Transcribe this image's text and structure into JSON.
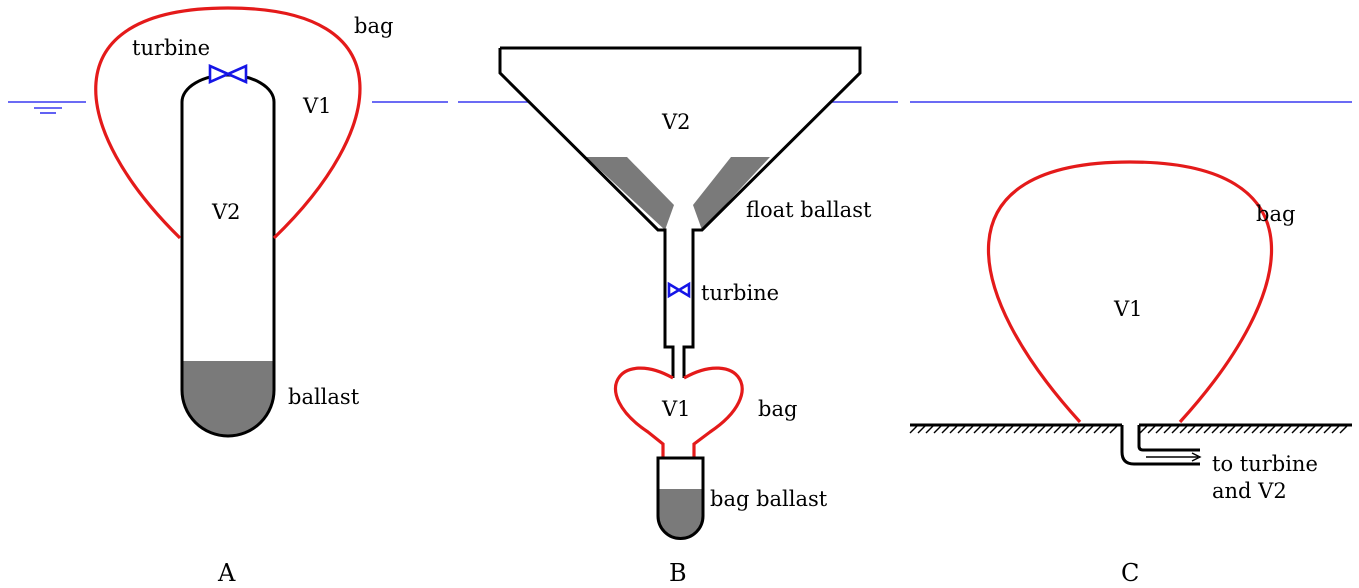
{
  "panels": {
    "a": {
      "caption": "A",
      "labels": {
        "bag": "bag",
        "turbine": "turbine",
        "v1": "V1",
        "v2": "V2",
        "ballast": "ballast"
      }
    },
    "b": {
      "caption": "B",
      "labels": {
        "v2": "V2",
        "float_ballast": "float ballast",
        "turbine": "turbine",
        "v1": "V1",
        "bag": "bag",
        "bag_ballast": "bag ballast"
      }
    },
    "c": {
      "caption": "C",
      "labels": {
        "bag": "bag",
        "v1": "V1",
        "outlet_line1": "to turbine",
        "outlet_line2": "and V2"
      }
    }
  },
  "colors": {
    "water": "#3a3af0",
    "bag": "#e41a1a",
    "turbine": "#1515e6",
    "ballast": "#7a7a7a"
  }
}
